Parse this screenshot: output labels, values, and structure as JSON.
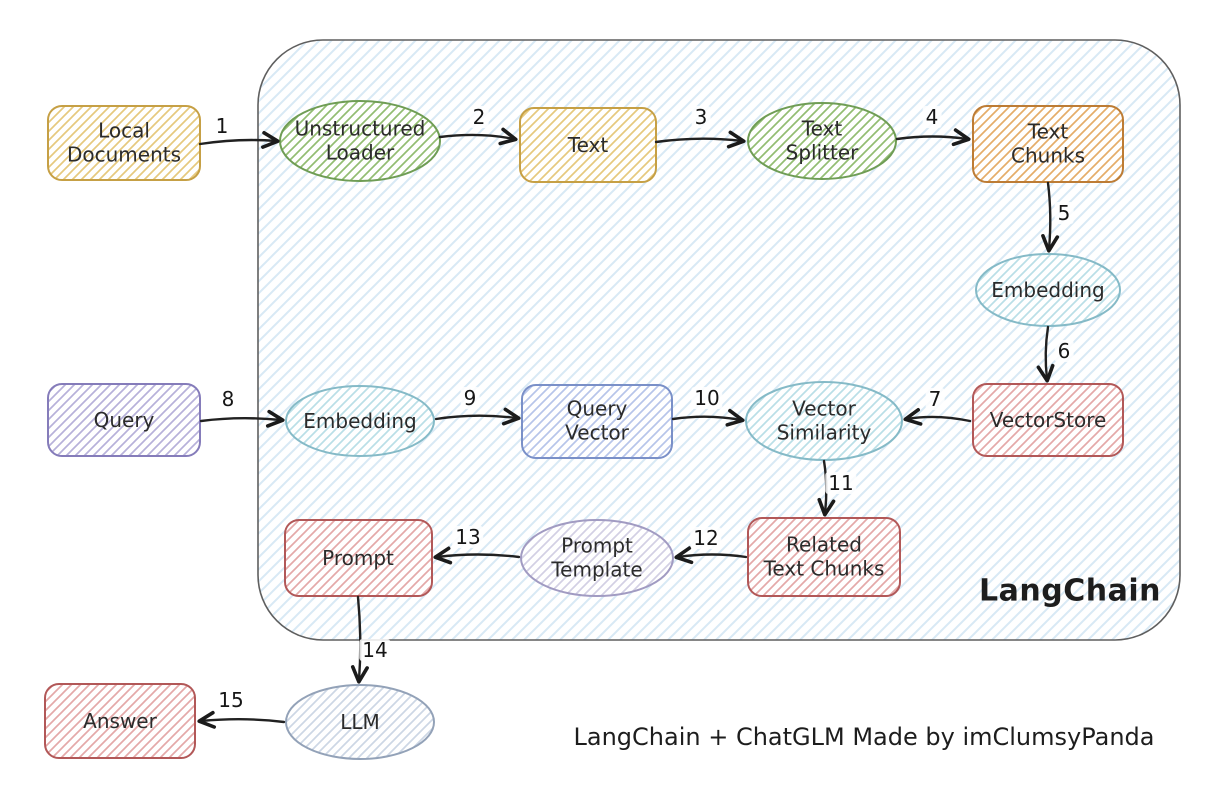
{
  "diagram": {
    "container_label": "LangChain",
    "caption": "LangChain + ChatGLM Made by imClumsyPanda",
    "nodes": {
      "local_documents": {
        "lines": [
          "Local",
          "Documents"
        ]
      },
      "unstructured_loader": {
        "lines": [
          "Unstructured",
          "Loader"
        ]
      },
      "text": {
        "lines": [
          "Text"
        ]
      },
      "text_splitter": {
        "lines": [
          "Text",
          "Splitter"
        ]
      },
      "text_chunks": {
        "lines": [
          "Text",
          "Chunks"
        ]
      },
      "embedding_docs": {
        "lines": [
          "Embedding"
        ]
      },
      "vectorstore": {
        "lines": [
          "VectorStore"
        ]
      },
      "query": {
        "lines": [
          "Query"
        ]
      },
      "embedding_query": {
        "lines": [
          "Embedding"
        ]
      },
      "query_vector": {
        "lines": [
          "Query",
          "Vector"
        ]
      },
      "vector_similarity": {
        "lines": [
          "Vector",
          "Similarity"
        ]
      },
      "related_text_chunks": {
        "lines": [
          "Related",
          "Text Chunks"
        ]
      },
      "prompt_template": {
        "lines": [
          "Prompt",
          "Template"
        ]
      },
      "prompt": {
        "lines": [
          "Prompt"
        ]
      },
      "llm": {
        "lines": [
          "LLM"
        ]
      },
      "answer": {
        "lines": [
          "Answer"
        ]
      }
    },
    "edges": {
      "e1": "1",
      "e2": "2",
      "e3": "3",
      "e4": "4",
      "e5": "5",
      "e6": "6",
      "e7": "7",
      "e8": "8",
      "e9": "9",
      "e10": "10",
      "e11": "11",
      "e12": "12",
      "e13": "13",
      "e14": "14",
      "e15": "15"
    },
    "colors": {
      "yellow_border": "#c6a045",
      "green_border": "#6f9d55",
      "orange_border": "#bd7c35",
      "cyan_border": "#85bac7",
      "red_border": "#b25858",
      "purple_border": "#857cba",
      "blue_border": "#7a90c8",
      "lavender_border": "#a19bc2",
      "bluegray_border": "#93a2b8",
      "container_border": "#5f5f5f",
      "container_hatch": "#d8e9f5",
      "arrow": "#212121"
    }
  }
}
